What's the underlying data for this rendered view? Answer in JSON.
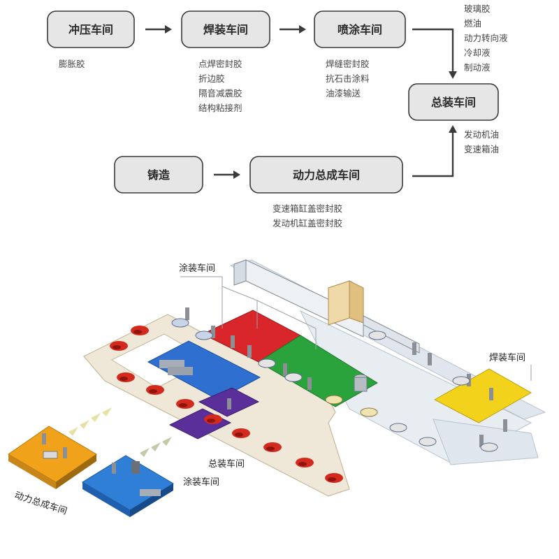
{
  "flowchart": {
    "processes": {
      "stamping": "冲压车间",
      "welding": "焊装车间",
      "painting": "喷涂车间",
      "assembly": "总装车间",
      "casting": "铸造",
      "powertrain": "动力总成车间"
    },
    "materials": {
      "stamping": [
        "膨胀胶"
      ],
      "welding": [
        "点焊密封胶",
        "折边胶",
        "隔音减震胶",
        "结构粘接剂"
      ],
      "painting": [
        "焊缝密封胶",
        "抗石击涂料",
        "油漆输送"
      ],
      "assembly_top": [
        "玻璃胶",
        "燃油",
        "动力转向液",
        "冷却液",
        "制动液"
      ],
      "assembly_right": [
        "发动机油",
        "变速箱油"
      ],
      "powertrain": [
        "变速箱缸盖密封胶",
        "发动机缸盖密封胶"
      ]
    }
  },
  "plant_illustration": {
    "labels": {
      "paint_top": "涂装车间",
      "welding": "焊装车间",
      "assembly": "总装车间",
      "paint_bottom": "涂装车间",
      "powertrain": "动力总成车间"
    },
    "zone_colors": {
      "paint_blue": "#2f6fd0",
      "red_zone": "#d8262b",
      "green_zone": "#2aa33c",
      "purple_zone": "#5a2f9a",
      "yellow_zone": "#f2d21a",
      "orange_zone": "#f0a21a",
      "floor": "#dfe6ee",
      "conveyor_track": "#efe8d8"
    }
  }
}
